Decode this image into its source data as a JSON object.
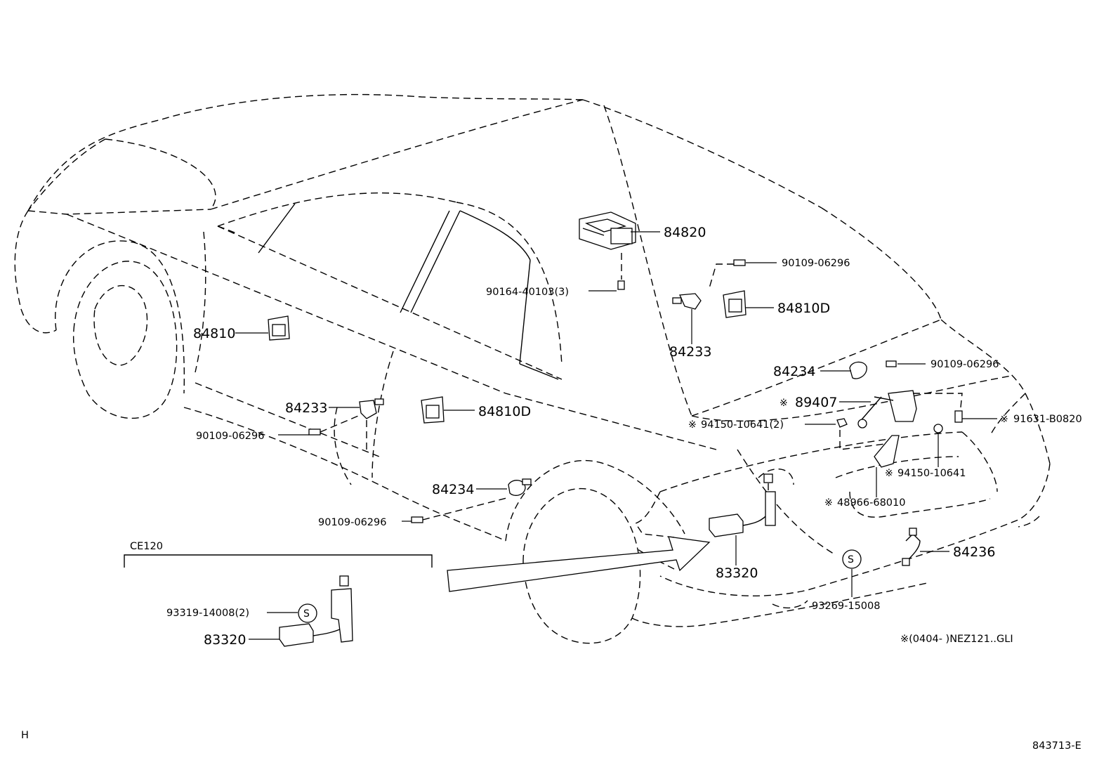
{
  "callouts": {
    "p84820": "84820",
    "p90109_a": "90109-06296",
    "p90164": "90164-40103(3)",
    "p84810D_right": "84810D",
    "p84233_right": "84233",
    "p84810_left": "84810",
    "p84234_right": "84234",
    "p90109_b": "90109-06296",
    "p89407": "89407",
    "p94150_2": "94150-10641(2)",
    "p91631": "91631-B0820",
    "p84233_left": "84233",
    "p84810D_mid": "84810D",
    "p90109_c": "90109-06296",
    "p94150": "94150-10641",
    "p48966": "48966-68010",
    "p84234_left": "84234",
    "p90109_d": "90109-06296",
    "p84236": "84236",
    "p83320_main": "83320",
    "p93269": "93269-15008",
    "p93319": "93319-14008(2)",
    "p83320_inset": "83320"
  },
  "marks": {
    "ref": "※",
    "s_symbol": "S"
  },
  "inset_label": "CE120",
  "footnote": "※(0404-      )NEZ121..GLI",
  "corner_letter": "H",
  "drawing_number": "843713-E"
}
